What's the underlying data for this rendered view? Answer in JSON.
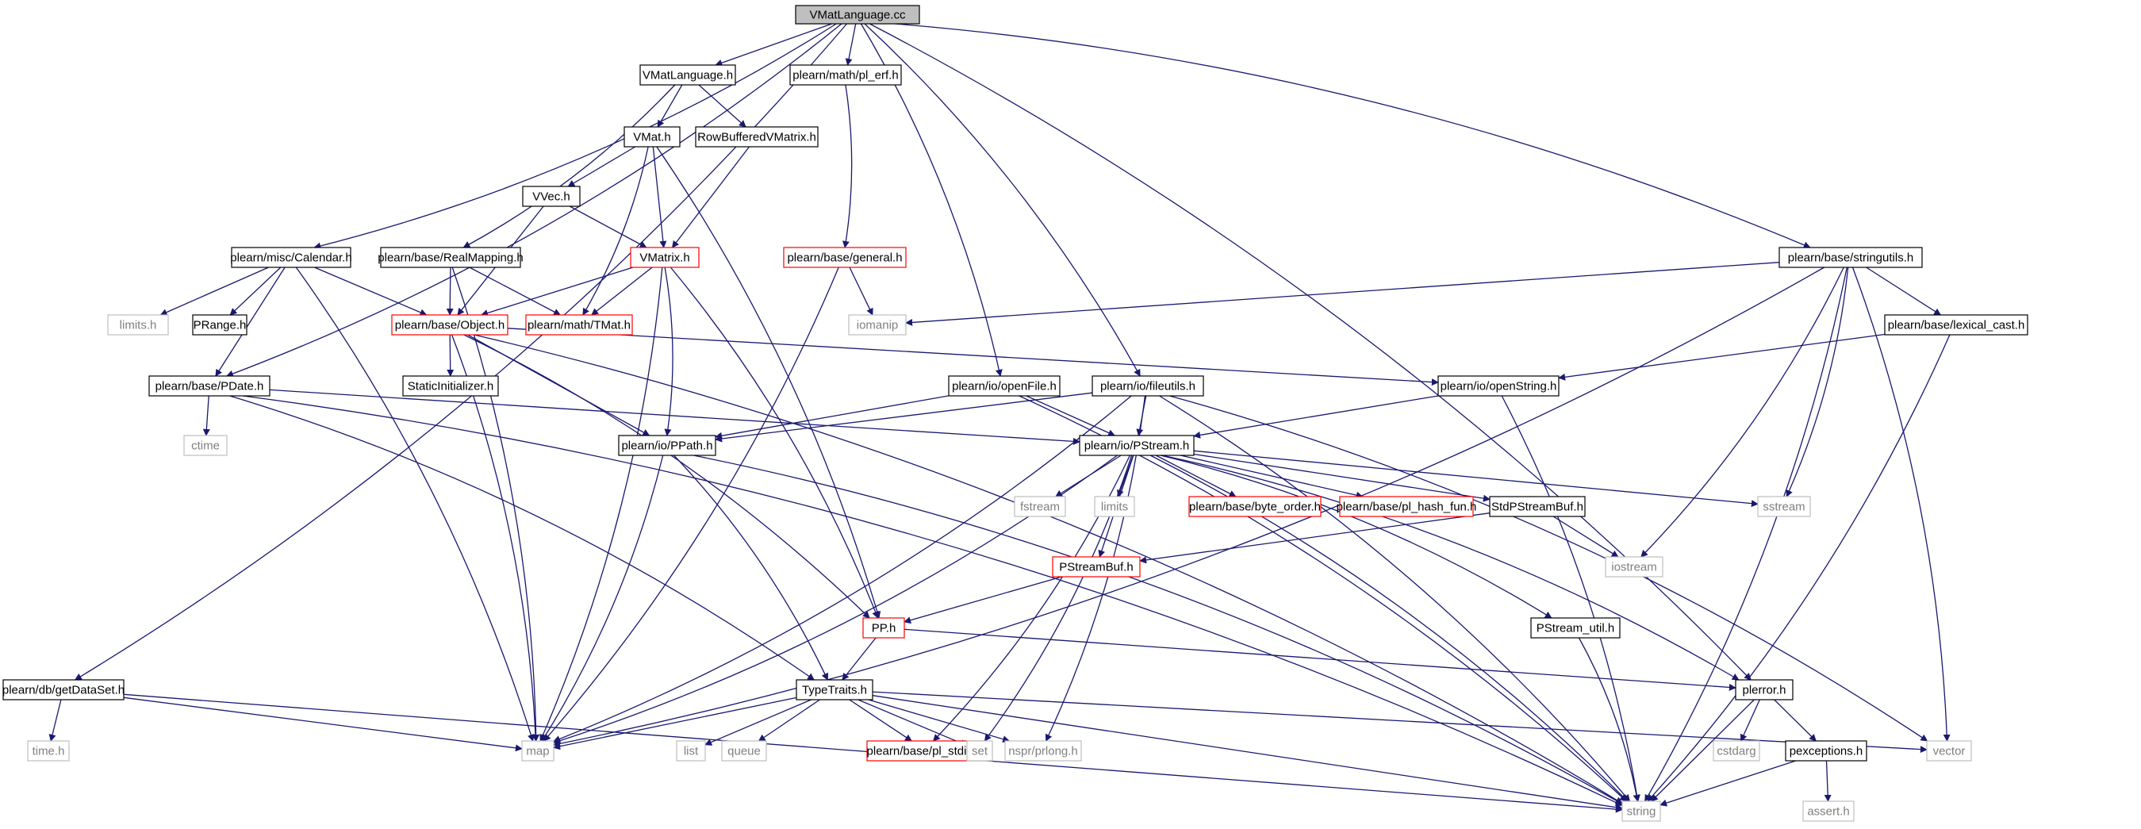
{
  "colors": {
    "edge": "#191970",
    "node_border": "#000000",
    "node_border_red": "#ff0000",
    "node_border_gray": "#bfbfbf",
    "root_fill": "#bfbfbf",
    "text_gray": "#7f7f7f"
  },
  "nodes": [
    {
      "id": "root",
      "label": "VMatLanguage.cc",
      "style": "root"
    },
    {
      "id": "vmatlanguage_h",
      "label": "VMatLanguage.h",
      "style": "black"
    },
    {
      "id": "pl_erf",
      "label": "plearn/math/pl_erf.h",
      "style": "black"
    },
    {
      "id": "vmat_h",
      "label": "VMat.h",
      "style": "black"
    },
    {
      "id": "rowbuffered",
      "label": "RowBufferedVMatrix.h",
      "style": "black"
    },
    {
      "id": "vvec",
      "label": "VVec.h",
      "style": "black"
    },
    {
      "id": "vmatrix",
      "label": "VMatrix.h",
      "style": "red"
    },
    {
      "id": "calendar",
      "label": "plearn/misc/Calendar.h",
      "style": "black"
    },
    {
      "id": "realmapping",
      "label": "plearn/base/RealMapping.h",
      "style": "black"
    },
    {
      "id": "general",
      "label": "plearn/base/general.h",
      "style": "red"
    },
    {
      "id": "stringutils",
      "label": "plearn/base/stringutils.h",
      "style": "black"
    },
    {
      "id": "limits_h",
      "label": "limits.h",
      "style": "gray"
    },
    {
      "id": "prange",
      "label": "PRange.h",
      "style": "black"
    },
    {
      "id": "object",
      "label": "plearn/base/Object.h",
      "style": "red"
    },
    {
      "id": "tmat",
      "label": "plearn/math/TMat.h",
      "style": "red"
    },
    {
      "id": "iomanip",
      "label": "iomanip",
      "style": "gray"
    },
    {
      "id": "lexical_cast",
      "label": "plearn/base/lexical_cast.h",
      "style": "black"
    },
    {
      "id": "pdate",
      "label": "plearn/base/PDate.h",
      "style": "black"
    },
    {
      "id": "staticinit",
      "label": "StaticInitializer.h",
      "style": "black"
    },
    {
      "id": "openfile",
      "label": "plearn/io/openFile.h",
      "style": "black"
    },
    {
      "id": "fileutils",
      "label": "plearn/io/fileutils.h",
      "style": "black"
    },
    {
      "id": "openstring",
      "label": "plearn/io/openString.h",
      "style": "black"
    },
    {
      "id": "ctime",
      "label": "ctime",
      "style": "gray"
    },
    {
      "id": "ppath",
      "label": "plearn/io/PPath.h",
      "style": "black"
    },
    {
      "id": "pstream",
      "label": "plearn/io/PStream.h",
      "style": "black"
    },
    {
      "id": "fstream",
      "label": "fstream",
      "style": "gray"
    },
    {
      "id": "limits",
      "label": "limits",
      "style": "gray"
    },
    {
      "id": "byte_order",
      "label": "plearn/base/byte_order.h",
      "style": "red"
    },
    {
      "id": "pl_hash_fun",
      "label": "plearn/base/pl_hash_fun.h",
      "style": "red"
    },
    {
      "id": "stdpstreambuf",
      "label": "StdPStreamBuf.h",
      "style": "black"
    },
    {
      "id": "sstream",
      "label": "sstream",
      "style": "gray"
    },
    {
      "id": "pstreambuf",
      "label": "PStreamBuf.h",
      "style": "red"
    },
    {
      "id": "iostream",
      "label": "iostream",
      "style": "gray"
    },
    {
      "id": "pp",
      "label": "PP.h",
      "style": "red"
    },
    {
      "id": "pstream_util",
      "label": "PStream_util.h",
      "style": "black"
    },
    {
      "id": "getdataset",
      "label": "plearn/db/getDataSet.h",
      "style": "black"
    },
    {
      "id": "typetraits",
      "label": "TypeTraits.h",
      "style": "black"
    },
    {
      "id": "plerror",
      "label": "plerror.h",
      "style": "black"
    },
    {
      "id": "time_h",
      "label": "time.h",
      "style": "gray"
    },
    {
      "id": "map",
      "label": "map",
      "style": "gray"
    },
    {
      "id": "list",
      "label": "list",
      "style": "gray"
    },
    {
      "id": "queue",
      "label": "queue",
      "style": "gray"
    },
    {
      "id": "pl_stdint",
      "label": "plearn/base/pl_stdint.h",
      "style": "red"
    },
    {
      "id": "set",
      "label": "set",
      "style": "gray"
    },
    {
      "id": "prlong",
      "label": "nspr/prlong.h",
      "style": "gray"
    },
    {
      "id": "vector",
      "label": "vector",
      "style": "gray"
    },
    {
      "id": "cstdarg",
      "label": "cstdarg",
      "style": "gray"
    },
    {
      "id": "pexceptions",
      "label": "pexceptions.h",
      "style": "black"
    },
    {
      "id": "string",
      "label": "string",
      "style": "gray"
    },
    {
      "id": "assert_h",
      "label": "assert.h",
      "style": "gray"
    }
  ]
}
